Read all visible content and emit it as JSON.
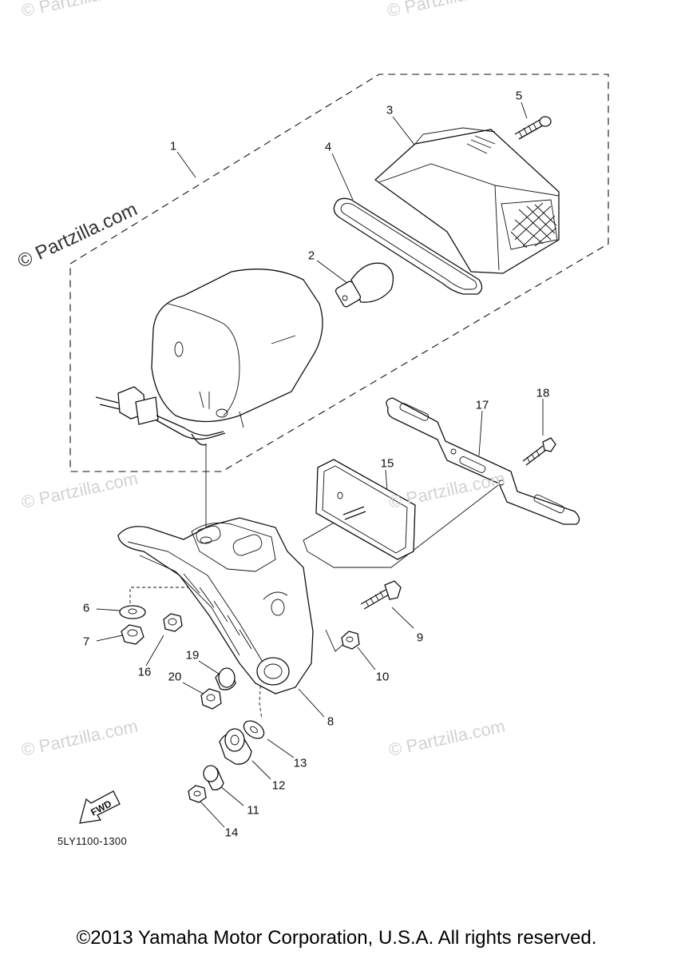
{
  "watermarks": [
    {
      "text": "© Partzilla.com",
      "style": "light"
    },
    {
      "text": "© Partzilla.com",
      "style": "light"
    },
    {
      "text": "© Partzilla.com",
      "style": "dark"
    },
    {
      "text": "© Partzilla.com",
      "style": "light"
    },
    {
      "text": "© Partzilla.com",
      "style": "light"
    },
    {
      "text": "© Partzilla.com",
      "style": "light"
    },
    {
      "text": "© Partzilla.com",
      "style": "light"
    }
  ],
  "callouts": [
    "1",
    "2",
    "3",
    "4",
    "5",
    "6",
    "7",
    "8",
    "9",
    "10",
    "11",
    "12",
    "13",
    "14",
    "15",
    "16",
    "17",
    "18",
    "19",
    "20"
  ],
  "diagram_code": "5LY1100-1300",
  "fwd_label": "FWD",
  "copyright": "©2013 Yamaha Motor Corporation, U.S.A. All rights reserved."
}
